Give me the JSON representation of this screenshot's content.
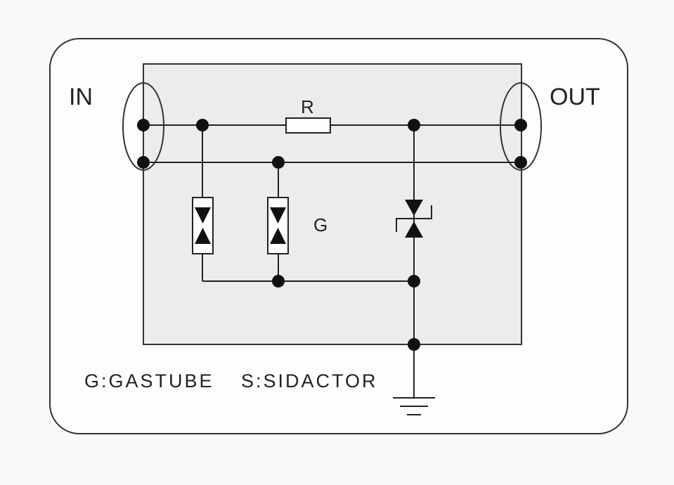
{
  "labels": {
    "in": "IN",
    "out": "OUT",
    "resistor": "R",
    "gas_tube": "G",
    "legend_g": "G:GASTUBE",
    "legend_s": "S:SIDACTOR"
  },
  "colors": {
    "background": "#f9f9f9",
    "panel": "#fdfdfd",
    "module_fill": "#ececec",
    "line": "#222222"
  }
}
